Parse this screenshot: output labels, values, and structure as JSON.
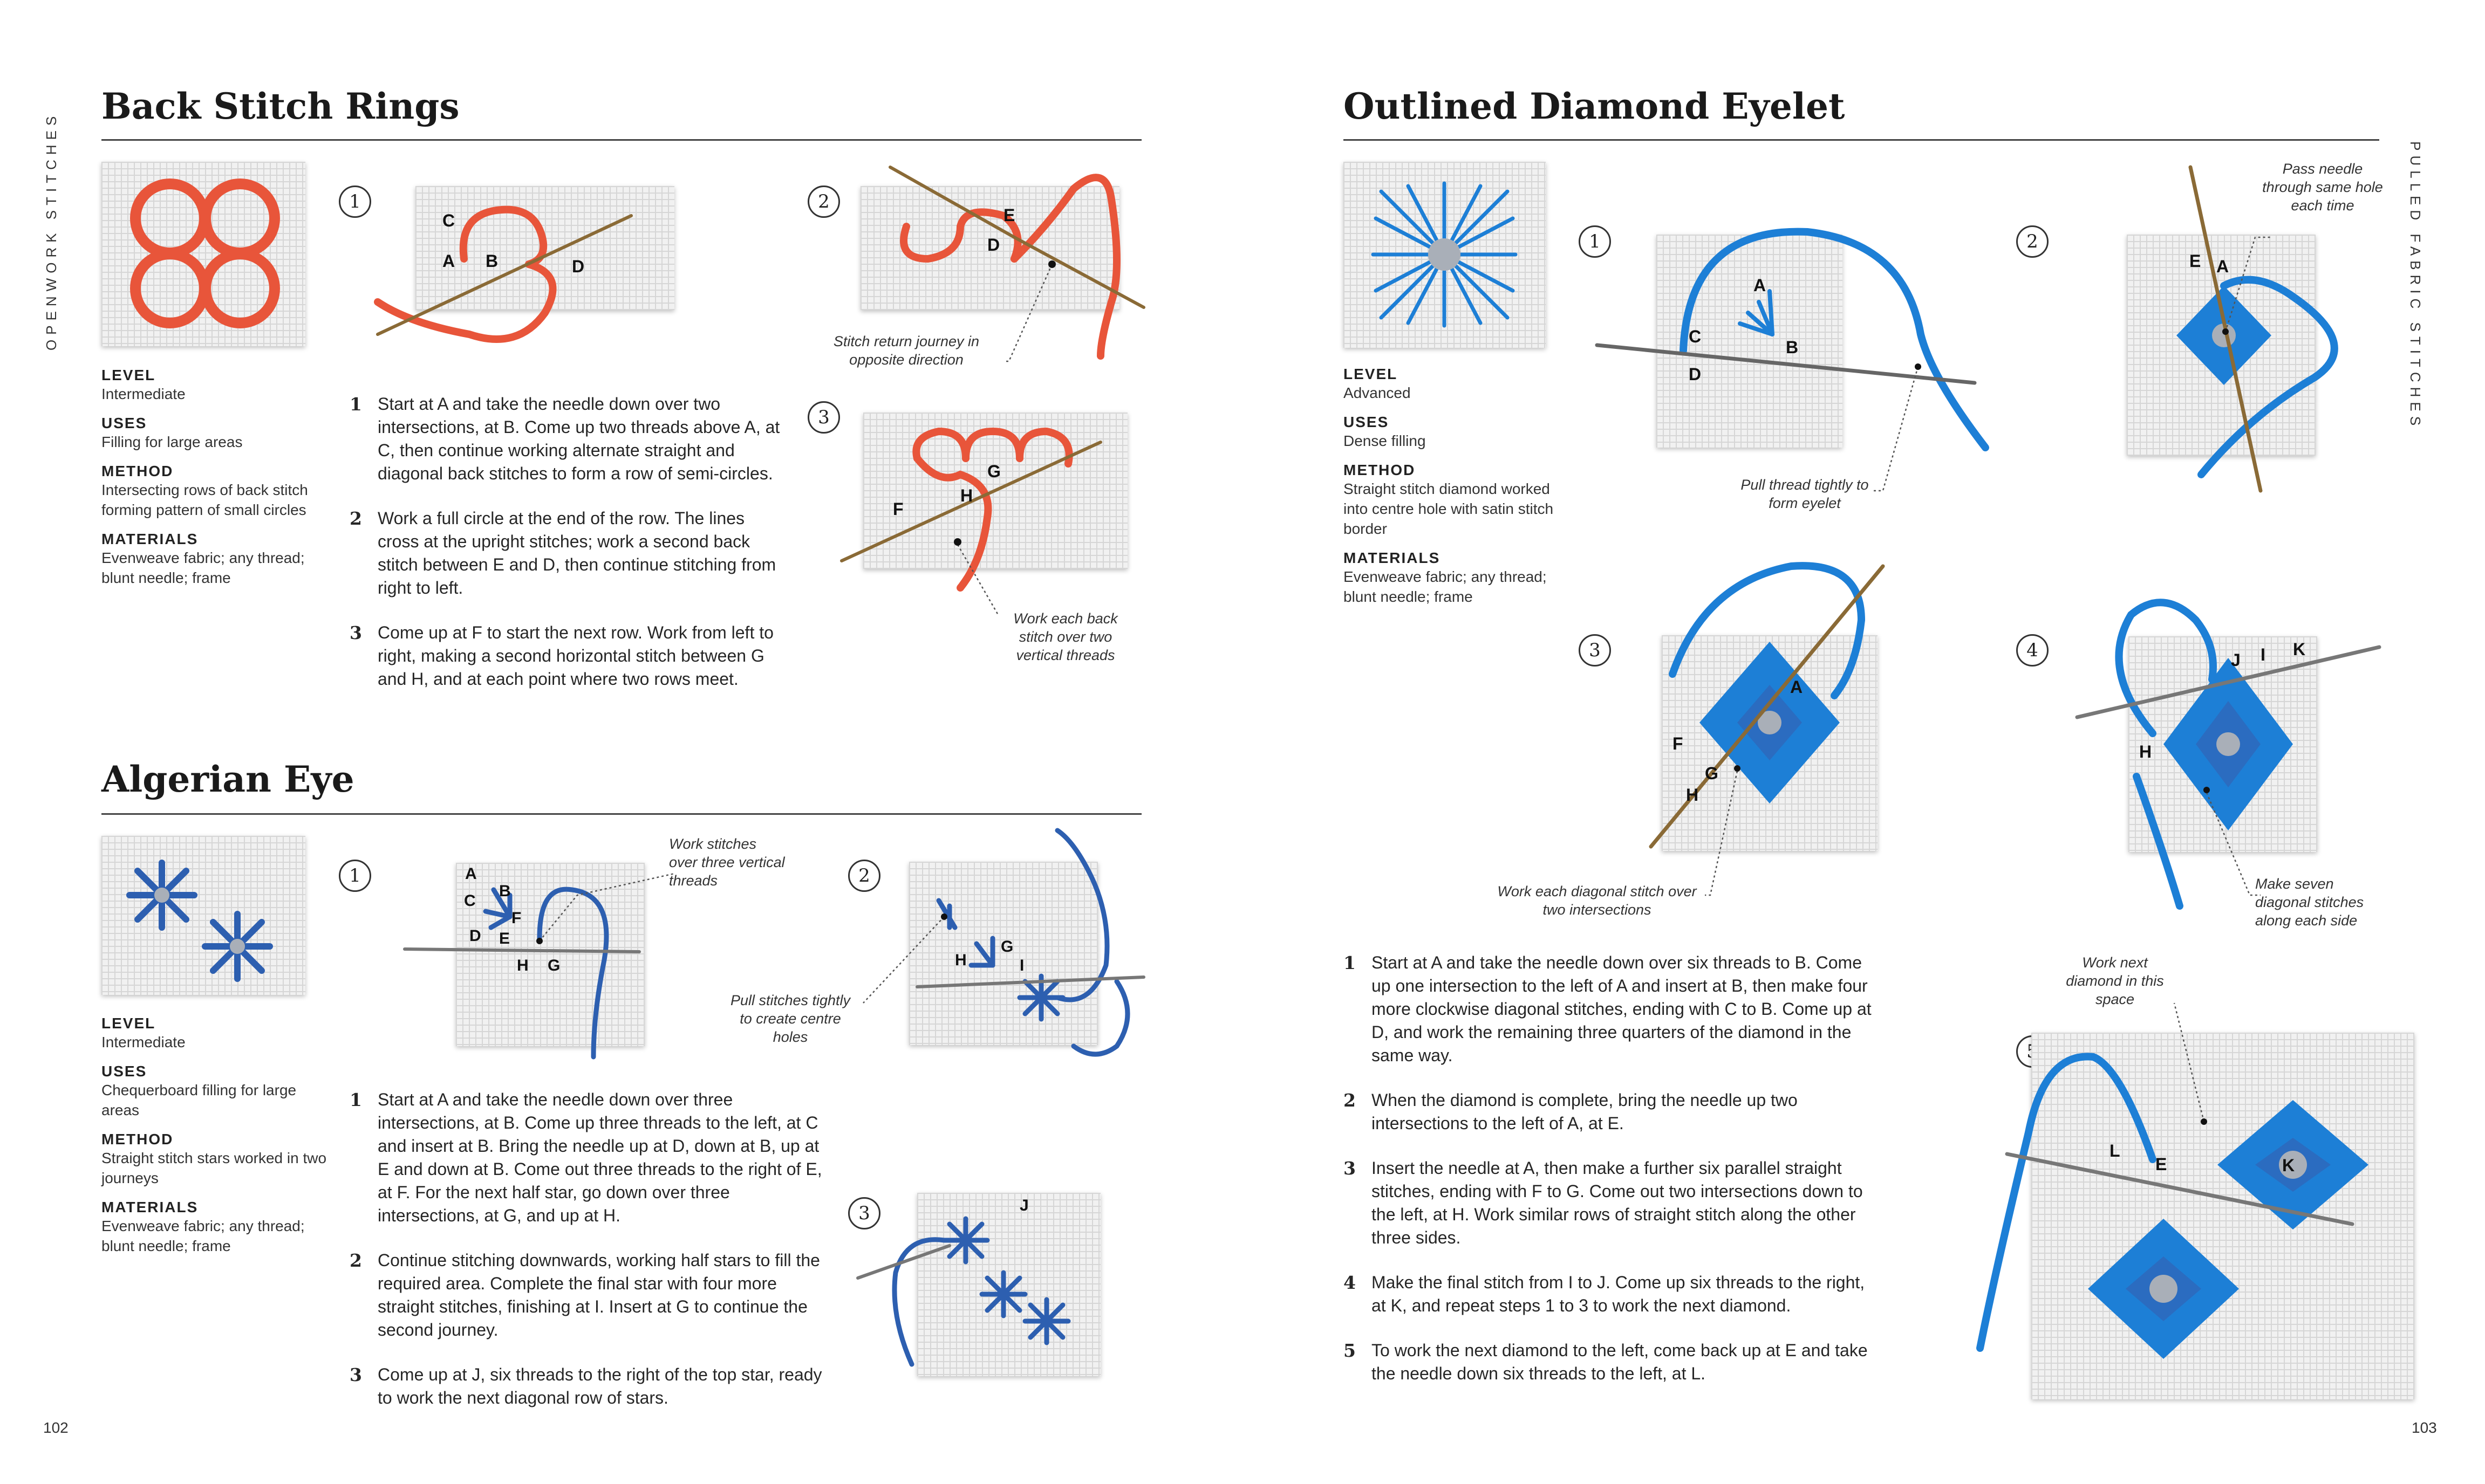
{
  "colors": {
    "orange": "#e8553a",
    "blue": "#2d5fb0",
    "bright_blue": "#1d7fd6",
    "grey_centre": "#a9afb8"
  },
  "left_page": {
    "side_tab": "OPENWORK STITCHES",
    "page_number": "102",
    "back_stitch": {
      "title": "Back Stitch Rings",
      "info": {
        "level_label": "LEVEL",
        "level": "Intermediate",
        "uses_label": "USES",
        "uses": "Filling for large areas",
        "method_label": "METHOD",
        "method": "Intersecting rows of back stitch forming pattern of small circles",
        "materials_label": "MATERIALS",
        "materials": "Evenweave fabric; any thread; blunt needle; frame"
      },
      "fig_numbers": [
        "1",
        "2",
        "3"
      ],
      "fig1_letters": [
        "C",
        "A",
        "B",
        "D"
      ],
      "fig2_letters": [
        "E",
        "D"
      ],
      "fig3_letters": [
        "G",
        "H",
        "F"
      ],
      "note_return": "Stitch return journey in opposite direction",
      "note_vertical": "Work each back stitch over two vertical threads",
      "steps": [
        {
          "n": "1",
          "text": "Start at A and take the needle down over two intersections, at B. Come up two threads above A, at C, then continue working alternate straight and diagonal back stitches to form a row of semi-circles."
        },
        {
          "n": "2",
          "text": "Work a full circle at the end of the row. The lines cross at the upright stitches; work a second back stitch between E and D, then continue stitching from right to left."
        },
        {
          "n": "3",
          "text": "Come up at F to start the next row. Work from left to right, making a second horizontal stitch between G and H, and at each point where two rows meet."
        }
      ]
    },
    "algerian": {
      "title": "Algerian Eye",
      "info": {
        "level_label": "LEVEL",
        "level": "Intermediate",
        "uses_label": "USES",
        "uses": "Chequerboard filling for large areas",
        "method_label": "METHOD",
        "method": "Straight stitch stars worked in two journeys",
        "materials_label": "MATERIALS",
        "materials": "Evenweave fabric; any thread; blunt needle; frame"
      },
      "fig_numbers": [
        "1",
        "2",
        "3"
      ],
      "fig1_letters": [
        "A",
        "B",
        "C",
        "F",
        "D",
        "E",
        "H",
        "G"
      ],
      "fig2_letters": [
        "G",
        "H",
        "I"
      ],
      "fig3_letters": [
        "J"
      ],
      "note_three": "Work stitches over three vertical threads",
      "note_pull": "Pull stitches tightly to create centre holes",
      "steps": [
        {
          "n": "1",
          "text": "Start at A and take the needle down over three intersections, at B. Come up three threads to the left, at C and insert at B. Bring the needle up at D, down at B, up at E and down at B. Come out three threads to the right of E, at F. For the next half star, go down over three intersections, at G, and up at H."
        },
        {
          "n": "2",
          "text": "Continue stitching downwards, working half stars to fill the required area. Complete the final star with four more straight stitches, finishing at I. Insert at G to continue the second journey."
        },
        {
          "n": "3",
          "text": "Come up at J, six threads to the right of the top star, ready to work the next diagonal row of stars."
        }
      ]
    }
  },
  "right_page": {
    "side_tab": "PULLED FABRIC STITCHES",
    "page_number": "103",
    "diamond": {
      "title": "Outlined Diamond Eyelet",
      "info": {
        "level_label": "LEVEL",
        "level": "Advanced",
        "uses_label": "USES",
        "uses": "Dense filling",
        "method_label": "METHOD",
        "method": "Straight stitch diamond worked into centre hole with satin stitch border",
        "materials_label": "MATERIALS",
        "materials": "Evenweave fabric; any thread; blunt needle; frame"
      },
      "fig_numbers": [
        "1",
        "2",
        "3",
        "4",
        "5"
      ],
      "fig1_letters": [
        "A",
        "C",
        "B",
        "D"
      ],
      "fig2_letters": [
        "E",
        "A"
      ],
      "fig3_letters": [
        "A",
        "F",
        "G",
        "H"
      ],
      "fig4_letters": [
        "J",
        "I",
        "K",
        "H"
      ],
      "fig5_letters": [
        "L",
        "E",
        "K"
      ],
      "note_pass": "Pass needle through same hole each time",
      "note_pull": "Pull thread tightly to form eyelet",
      "note_diag": "Work each diagonal stitch over two intersections",
      "note_seven": "Make seven diagonal stitches along each side",
      "note_next": "Work next diamond in this space",
      "steps": [
        {
          "n": "1",
          "text": "Start at A and take the needle down over six threads to B. Come up one intersection to the left of A and insert at B, then make four more clockwise diagonal stitches, ending with C to B. Come up at D, and work the remaining three quarters of the diamond in the same way."
        },
        {
          "n": "2",
          "text": "When the diamond is complete, bring the needle up two intersections to the left of A, at E."
        },
        {
          "n": "3",
          "text": "Insert the needle at A, then make a further six parallel straight stitches, ending with F to G. Come out two intersections down to the left, at H. Work similar rows of straight stitch along the other three sides."
        },
        {
          "n": "4",
          "text": "Make the final stitch from I to J. Come up six threads to the right, at K, and repeat steps 1 to 3 to work the next diamond."
        },
        {
          "n": "5",
          "text": "To work the next diamond to the left, come back up at E and take the needle down six threads to the left, at L."
        }
      ]
    }
  }
}
